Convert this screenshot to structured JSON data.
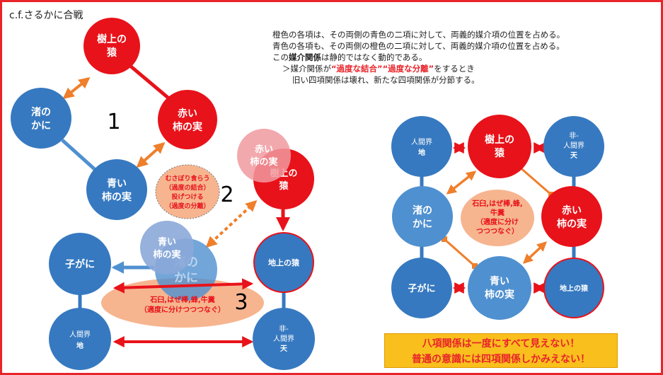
{
  "title": "c.f.さるかに合戦",
  "notes": {
    "line1": "橙色の各項は、その両側の青色の二項に対して、両義的媒介項の位置を占める。",
    "line2": "青色の各項も、その両側の橙色の二項に対して、両義的媒介項の位置を占める。",
    "line3_pre": "この",
    "line3_bold": "媒介関係",
    "line3_post": "は静的ではなく動的である。",
    "line4_pre": "＞媒介関係が",
    "line4_red": "“過度な結合”“過度な分離”",
    "line4_post": "をするとき",
    "line5": "旧い四項関係は壊れ、新たな四項関係が分節する。"
  },
  "steps": {
    "one": "1",
    "two": "2",
    "three": "3"
  },
  "nodes": {
    "saru": [
      "樹上の",
      "猿"
    ],
    "kani": [
      "渚の",
      "かに"
    ],
    "akai": [
      "赤い",
      "柿の実"
    ],
    "aoi": [
      "青い",
      "柿の実"
    ],
    "kogani": "子がに",
    "chijo": "地上の猿",
    "ningen": [
      "人間界",
      "地"
    ],
    "hiningen": [
      "非-",
      "人間界",
      "天"
    ]
  },
  "labels": {
    "step2": [
      "むさぼり食らう",
      "（過度の結合）",
      "投げつける",
      "（過度の分離）"
    ],
    "step3": [
      "石臼,はぜ棒,蜂,牛糞",
      "（適度に分けつつつなぐ）"
    ],
    "right_center": [
      "石臼,はぜ棒,蜂,",
      "牛糞",
      "（適度に分け",
      "つつつなぐ）"
    ]
  },
  "bottom_box": {
    "line1": "八項関係は一度にすべて見えない！",
    "line2": "普通の意識には四項関係しかみえない！"
  },
  "colors": {
    "orange_node": "#e8121a",
    "blue_node": "#3679c0",
    "mid_blue": "#4f90d0",
    "ellipse": "#f6b58f",
    "arrow_orange": "#ef7f2b",
    "arrow_red": "#e8121a",
    "arrow_blue": "#4f90d0"
  }
}
